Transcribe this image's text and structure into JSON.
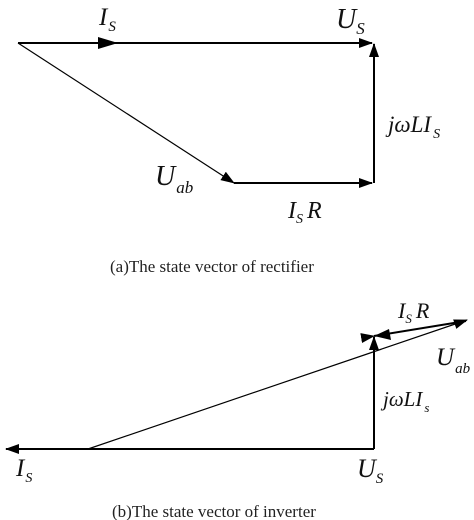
{
  "diagram_a": {
    "caption": "(a)The state vector of rectifier",
    "labels": {
      "is_main": "I",
      "is_main_sub": "S",
      "us": "U",
      "us_sub": "S",
      "jwli": "jωLI",
      "jwli_sub": "S",
      "uab": "U",
      "uab_sub": "ab",
      "isr_i": "I",
      "isr_sub": "S",
      "isr_r": "R"
    }
  },
  "diagram_b": {
    "caption": "(b)The state vector of inverter",
    "labels": {
      "isr_i": "I",
      "isr_sub": "S",
      "isr_r": "R",
      "uab": "U",
      "uab_sub": "ab",
      "jwli": "jωLI",
      "jwli_sub": "s",
      "is": "I",
      "is_sub": "S",
      "us": "U",
      "us_sub": "S"
    }
  }
}
